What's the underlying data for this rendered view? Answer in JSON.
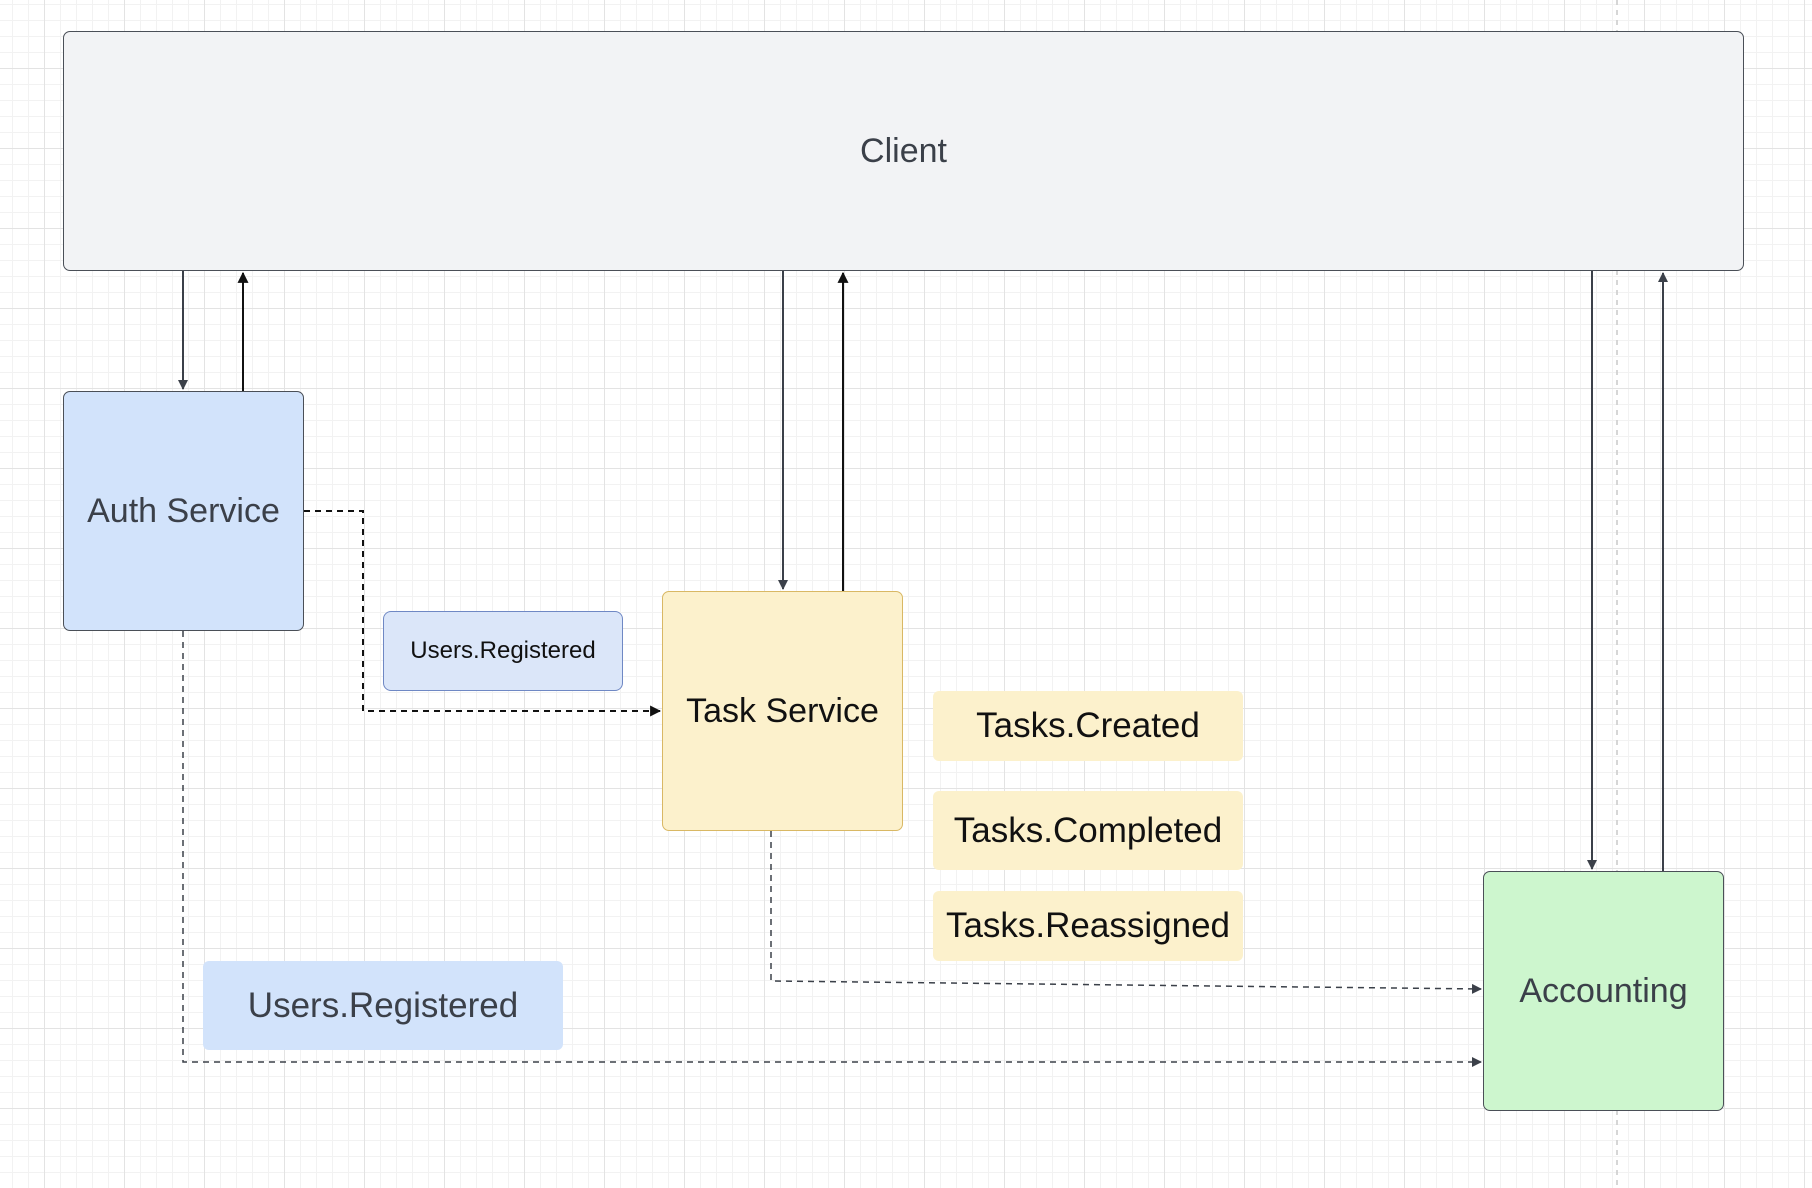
{
  "nodes": {
    "client": "Client",
    "auth_service": "Auth Service",
    "task_service": "Task Service",
    "accounting": "Accounting"
  },
  "event_labels": {
    "users_registered_small": "Users.Registered",
    "users_registered_large": "Users.Registered",
    "tasks_created": "Tasks.Created",
    "tasks_completed": "Tasks.Completed",
    "tasks_reassigned": "Tasks.Reassigned"
  },
  "colors": {
    "client_fill": "#f2f3f5",
    "auth_fill": "#d2e3fb",
    "task_fill": "#fcf1cc",
    "accounting_fill": "#cdf6ce",
    "edge": "#3b4049"
  }
}
